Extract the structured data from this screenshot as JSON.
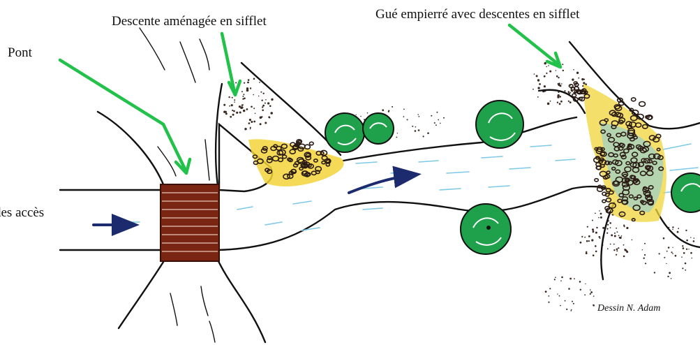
{
  "labels": {
    "pont": "Pont",
    "descente": "Descente aménagée en sifflet",
    "gue": "Gué empierré avec descentes en sifflet",
    "acces": "des accès"
  },
  "credit": "Dessin N. Adam",
  "colors": {
    "pointer_arrow": "#22c24a",
    "flow_arrow": "#1c2a6e",
    "bridge": "#7a2412",
    "gravel_fill": "#f2d43a",
    "gravel_stone": "#2a1a14",
    "water": "#7ec8e8",
    "tree": "#1fa04a",
    "ink": "#111111"
  }
}
